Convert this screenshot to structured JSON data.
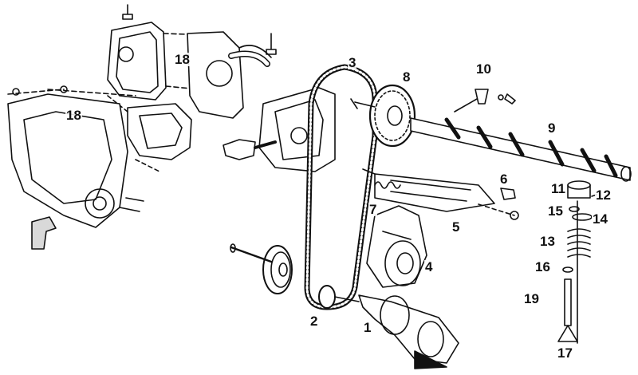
{
  "colors": {
    "ink": "#111111",
    "paper": "#ffffff",
    "shade": "#d9d9d9"
  },
  "diagram": {
    "callouts": [
      {
        "id": "c1",
        "text": "1"
      },
      {
        "id": "c2",
        "text": "2"
      },
      {
        "id": "c3",
        "text": "3"
      },
      {
        "id": "c4",
        "text": "4"
      },
      {
        "id": "c5",
        "text": "5"
      },
      {
        "id": "c6",
        "text": "6"
      },
      {
        "id": "c7",
        "text": "7"
      },
      {
        "id": "c8",
        "text": "8"
      },
      {
        "id": "c9",
        "text": "9"
      },
      {
        "id": "c10",
        "text": "10"
      },
      {
        "id": "c11",
        "text": "11"
      },
      {
        "id": "c12",
        "text": "12"
      },
      {
        "id": "c13",
        "text": "13"
      },
      {
        "id": "c14",
        "text": "14"
      },
      {
        "id": "c15",
        "text": "15"
      },
      {
        "id": "c16",
        "text": "16"
      },
      {
        "id": "c17",
        "text": "17"
      },
      {
        "id": "c18a",
        "text": "18"
      },
      {
        "id": "c18b",
        "text": "18"
      },
      {
        "id": "c19",
        "text": "19"
      }
    ]
  }
}
